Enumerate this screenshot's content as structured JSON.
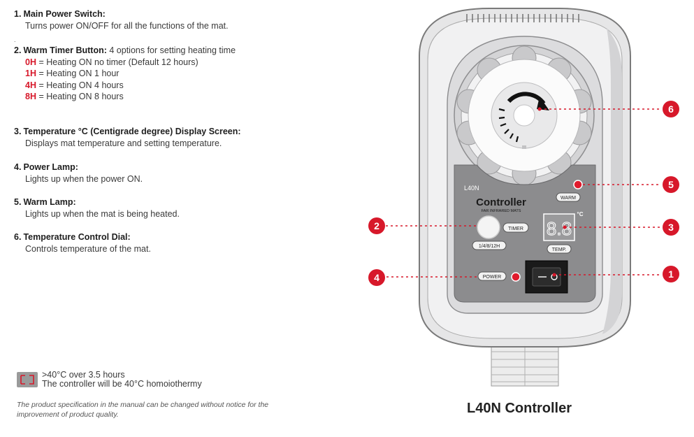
{
  "items": [
    {
      "num": "1.",
      "title": "Main Power Switch:",
      "desc": "Turns power ON/OFF for all the functions of the mat."
    },
    {
      "num": "2.",
      "title": "Warm Timer Button:",
      "title_tail": "4 options for setting heating time",
      "options": [
        {
          "code": "0H",
          "text": "= Heating ON no timer (Default 12 hours)"
        },
        {
          "code": "1H",
          "text": "= Heating ON 1 hour"
        },
        {
          "code": "4H",
          "text": "= Heating ON 4 hours"
        },
        {
          "code": "8H",
          "text": "= Heating ON 8 hours"
        }
      ]
    },
    {
      "num": "3.",
      "title": "Temperature °C (Centigrade degree) Display Screen:",
      "desc": "Displays mat temperature and setting temperature."
    },
    {
      "num": "4.",
      "title": "Power Lamp:",
      "desc": "Lights up when the power ON."
    },
    {
      "num": "5.",
      "title": "Warm Lamp:",
      "desc": "Lights up when the mat is being heated."
    },
    {
      "num": "6.",
      "title": "Temperature Control Dial:",
      "desc": "Controls temperature of the mat."
    }
  ],
  "separator": ".",
  "note": {
    "line1": ">40°C over 3.5 hours",
    "line2": "The controller will be 40°C homoiothermy"
  },
  "disclaimer": "The product specification in the manual can be changed without notice for the improvement of product quality.",
  "product_title": "L40N Controller",
  "device": {
    "model": "L40N",
    "brand": "Controller",
    "subtitle": "FAR INFRARED MATS",
    "timer_label": "TIMER",
    "timer_options": "1/4/8/12H",
    "warm_label": "WARM",
    "temp_label": "TEMP.",
    "unit_label": "°C",
    "display_value": "8.8",
    "power_label": "POWER"
  },
  "callouts": [
    "1",
    "2",
    "3",
    "4",
    "5",
    "6"
  ],
  "colors": {
    "accent_red": "#d7182a",
    "body_grey": "#e9e9ea",
    "panel_grey": "#8a8a8c",
    "text_dark": "#1e1e1e"
  }
}
